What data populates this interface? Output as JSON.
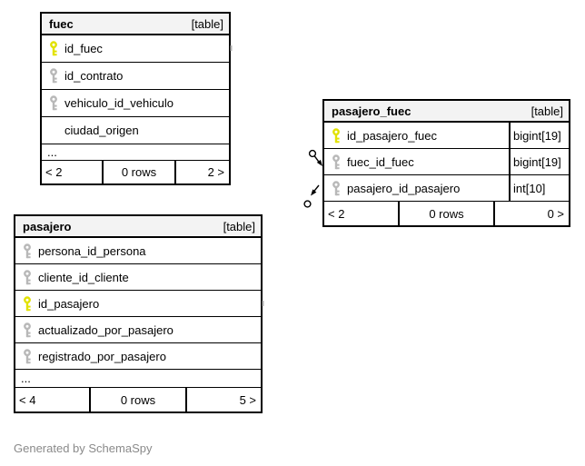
{
  "note": "Generated by SchemaSpy",
  "colors": {
    "key_primary": "#e2e200",
    "key_secondary": "#b8b8b8",
    "header_bg": "#f3f3f3",
    "border": "#000000",
    "note_text": "#8a8a8a"
  },
  "tables": [
    {
      "name": "fuec",
      "badge": "[table]",
      "columns": [
        {
          "name": "id_fuec",
          "key": "primary"
        },
        {
          "name": "id_contrato",
          "key": "secondary"
        },
        {
          "name": "vehiculo_id_vehiculo",
          "key": "secondary"
        },
        {
          "name": "ciudad_origen",
          "key": "none"
        }
      ],
      "ellipsis": "...",
      "footer": {
        "left": "< 2",
        "center": "0 rows",
        "right": "2 >"
      }
    },
    {
      "name": "pasajero_fuec",
      "badge": "[table]",
      "columns": [
        {
          "name": "id_pasajero_fuec",
          "key": "primary",
          "type": "bigint[19]"
        },
        {
          "name": "fuec_id_fuec",
          "key": "secondary",
          "type": "bigint[19]"
        },
        {
          "name": "pasajero_id_pasajero",
          "key": "secondary",
          "type": "int[10]"
        }
      ],
      "footer": {
        "left": "< 2",
        "center": "0 rows",
        "right": "0 >"
      }
    },
    {
      "name": "pasajero",
      "badge": "[table]",
      "columns": [
        {
          "name": "persona_id_persona",
          "key": "secondary"
        },
        {
          "name": "cliente_id_cliente",
          "key": "secondary"
        },
        {
          "name": "id_pasajero",
          "key": "primary"
        },
        {
          "name": "actualizado_por_pasajero",
          "key": "secondary"
        },
        {
          "name": "registrado_por_pasajero",
          "key": "secondary"
        }
      ],
      "ellipsis": "...",
      "footer": {
        "left": "< 4",
        "center": "0 rows",
        "right": "5 >"
      }
    }
  ]
}
